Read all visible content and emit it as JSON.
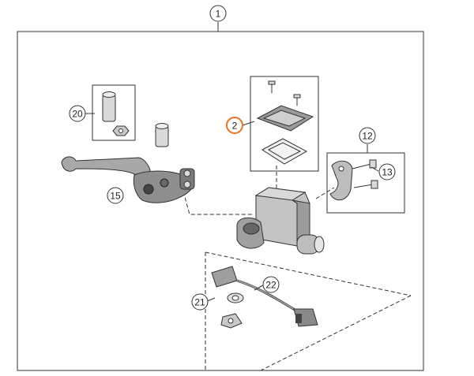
{
  "diagram": {
    "callouts": [
      {
        "id": "c1",
        "label": "1",
        "highlight": false
      },
      {
        "id": "c2",
        "label": "2",
        "highlight": true
      },
      {
        "id": "c12",
        "label": "12",
        "highlight": false
      },
      {
        "id": "c13",
        "label": "13",
        "highlight": false
      },
      {
        "id": "c15",
        "label": "15",
        "highlight": false
      },
      {
        "id": "c20",
        "label": "20",
        "highlight": false
      },
      {
        "id": "c21",
        "label": "21",
        "highlight": false
      },
      {
        "id": "c22",
        "label": "22",
        "highlight": false
      }
    ],
    "colors": {
      "line": "#333333",
      "part_fill": "#b8b8b8",
      "part_dark": "#555555",
      "highlight": "#e8731c"
    }
  }
}
